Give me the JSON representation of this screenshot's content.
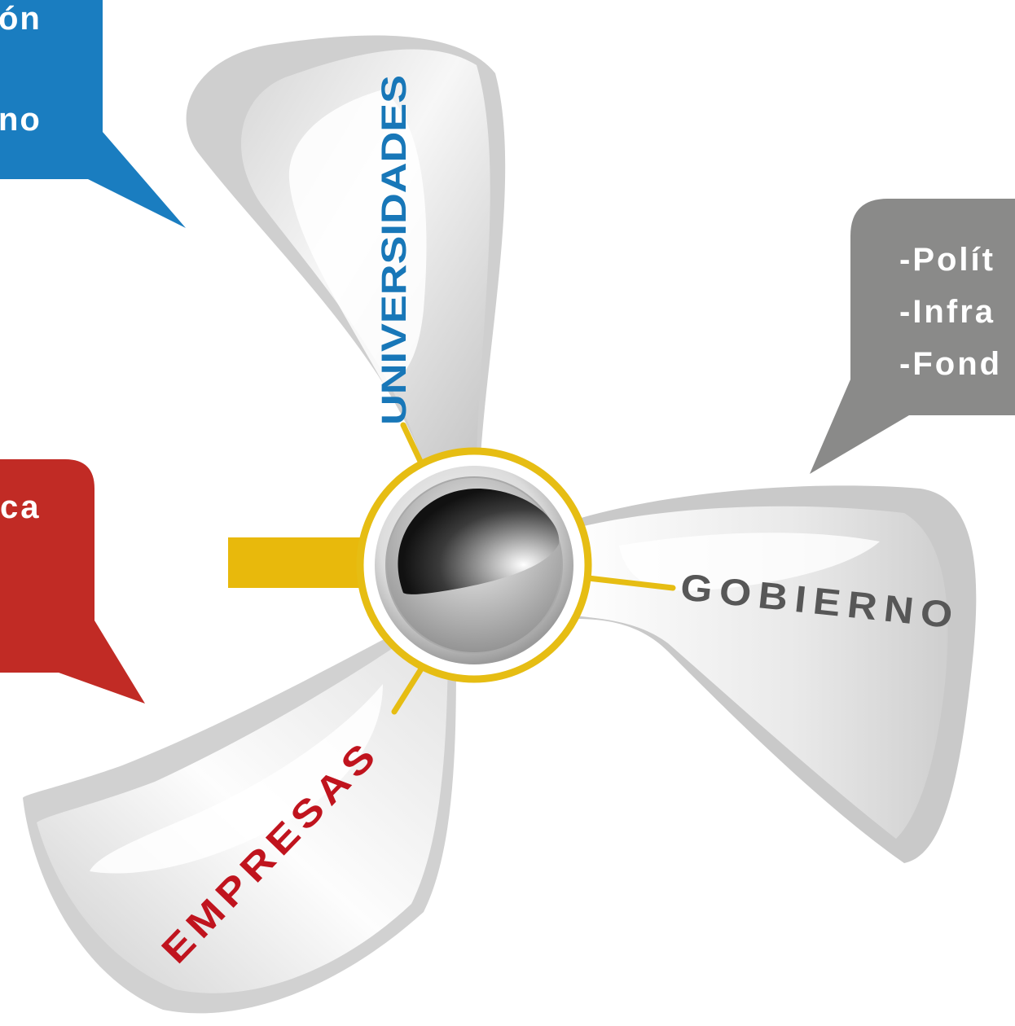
{
  "diagram": {
    "blades": {
      "universidades": {
        "label": "UNIVERSIDADES",
        "color": "#1877b8"
      },
      "gobierno": {
        "label": "GOBIERNO",
        "color": "#575757"
      },
      "empresas": {
        "label": "EMPRESAS",
        "color": "#c0141e"
      }
    },
    "callouts": {
      "blue": {
        "color": "#1a7dc0",
        "lines": [
          "ón",
          "no"
        ]
      },
      "gray": {
        "color": "#8a8a89",
        "lines": [
          "-Polít",
          "-Infra",
          "-Fond"
        ]
      },
      "red": {
        "color": "#c12b25",
        "lines": [
          "ca"
        ]
      }
    },
    "hub_ring_color": "#e6bd13",
    "shaft_color": "#e8b90c"
  }
}
